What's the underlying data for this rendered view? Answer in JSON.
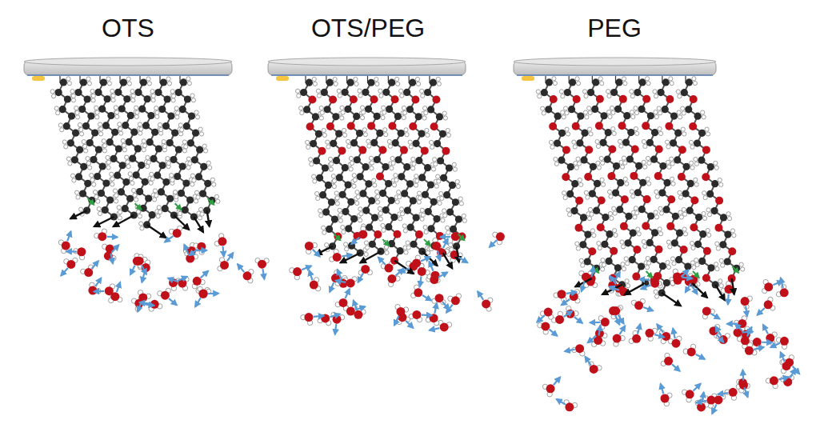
{
  "diagram": {
    "labels": [
      "OTS",
      "OTS/PEG",
      "PEG"
    ]
  }
}
